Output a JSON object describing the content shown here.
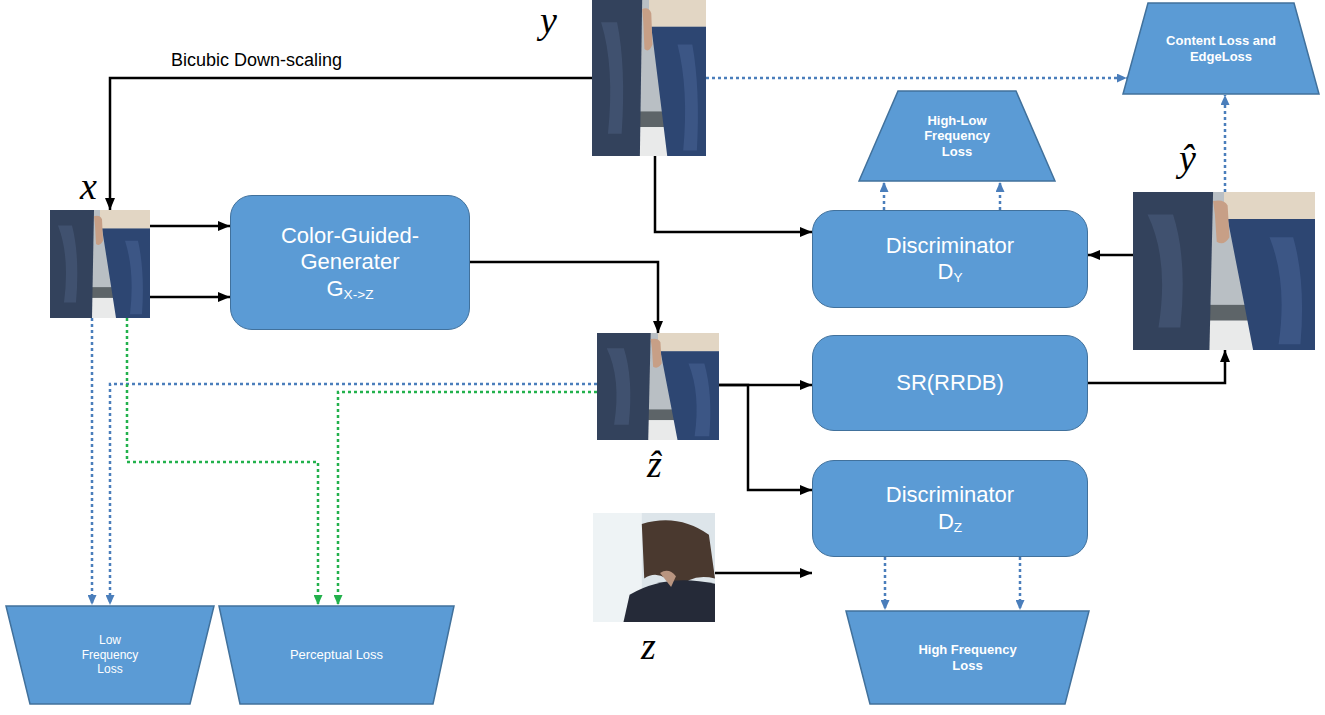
{
  "diagram": {
    "nodes": [
      {
        "text": [
          "y"
        ]
      },
      {
        "text": [
          "Content Loss and EdgeLoss"
        ]
      },
      {
        "text": [
          "High-Low Frequency Loss"
        ]
      },
      {
        "text": [
          "x"
        ]
      },
      {
        "text": [
          "Color-Guided-Generater",
          "G",
          "X->Z"
        ]
      },
      {
        "text": [
          "Discriminator",
          "D",
          "Y"
        ]
      },
      {
        "text": [
          "ŷ"
        ]
      },
      {
        "text": [
          "ẑ"
        ]
      },
      {
        "text": [
          "SR(RRDB)"
        ]
      },
      {
        "text": [
          "Discriminator",
          "D",
          "Z"
        ]
      },
      {
        "text": [
          "z"
        ]
      },
      {
        "text": [
          "Low Frequency Loss"
        ]
      },
      {
        "text": [
          "Perceptual Loss"
        ]
      },
      {
        "text": [
          "High Frequency Loss"
        ]
      }
    ],
    "edges": [
      {
        "from": 0,
        "to": 3,
        "arrow": "to",
        "label": "Bicubic Down-scaling"
      },
      {
        "from": 3,
        "to": 4,
        "arrow": "to"
      },
      {
        "from": 3,
        "to": 4,
        "arrow": "to"
      },
      {
        "from": 4,
        "to": 7,
        "arrow": "to"
      },
      {
        "from": 0,
        "to": 5,
        "arrow": "to"
      },
      {
        "from": 6,
        "to": 5,
        "arrow": "to"
      },
      {
        "from": 7,
        "to": 8,
        "arrow": "to"
      },
      {
        "from": 7,
        "to": 9,
        "arrow": "to"
      },
      {
        "from": 8,
        "to": 6,
        "arrow": "to"
      },
      {
        "from": 10,
        "to": 9,
        "arrow": "to"
      },
      {
        "from": 5,
        "to": 2,
        "arrow": "to"
      },
      {
        "from": 5,
        "to": 2,
        "arrow": "to"
      },
      {
        "from": 0,
        "to": 1,
        "arrow": "to"
      },
      {
        "from": 6,
        "to": 1,
        "arrow": "to"
      },
      {
        "from": 9,
        "to": 13,
        "arrow": "to"
      },
      {
        "from": 9,
        "to": 13,
        "arrow": "to"
      },
      {
        "from": 3,
        "to": 11,
        "arrow": "to"
      },
      {
        "from": 7,
        "to": 11,
        "arrow": "to"
      },
      {
        "from": 3,
        "to": 12,
        "arrow": "to"
      },
      {
        "from": 7,
        "to": 12,
        "arrow": "to"
      }
    ]
  }
}
